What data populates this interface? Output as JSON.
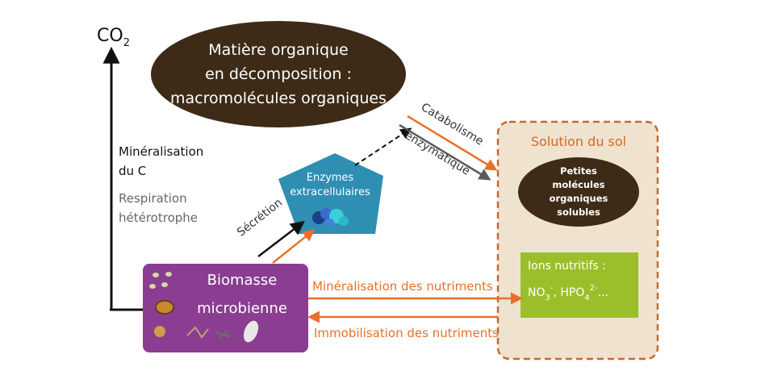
{
  "co2": {
    "base": "CO",
    "sub": "2"
  },
  "organic_matter": {
    "text": "Matière organique\nen décomposition :\nmacromolécules organiques"
  },
  "enzymes": {
    "text": "Enzymes\nextracellulaires"
  },
  "secretion": {
    "text": "Sécrétion"
  },
  "catabolisme": {
    "line1": "Catabolisme",
    "line2": "enzymatique"
  },
  "soil_solution": {
    "title": "Solution du sol",
    "small_molecules": "Petites\nmolécules\norganiques\nsolubles",
    "ions": {
      "title": "Ions nutritifs :",
      "no": "NO",
      "no_sub": "3",
      "no_sup": "-",
      "hpo": "HPO",
      "hpo_sub": "4",
      "hpo_sup": "2-",
      "rest": "..."
    }
  },
  "biomass": {
    "line1": "Biomasse",
    "line2": "microbienne"
  },
  "left_labels": {
    "mineralisation": "Minéralisation",
    "du_c": "du C",
    "respiration": "Respiration",
    "heterotrophe": "hétérotrophe"
  },
  "flows": {
    "mineralisation_nutriments": "Minéralisation des nutriments",
    "immobilisation_nutriments": "Immobilisation des nutriments"
  },
  "colors": {
    "dark_brown": "#3d2b18",
    "teal": "#2f8fb3",
    "purple": "#8a3d91",
    "green": "#9bbf2a",
    "beige": "#efe2cf",
    "orange": "#e8702a",
    "gray_arrow": "#5a5a5a"
  }
}
